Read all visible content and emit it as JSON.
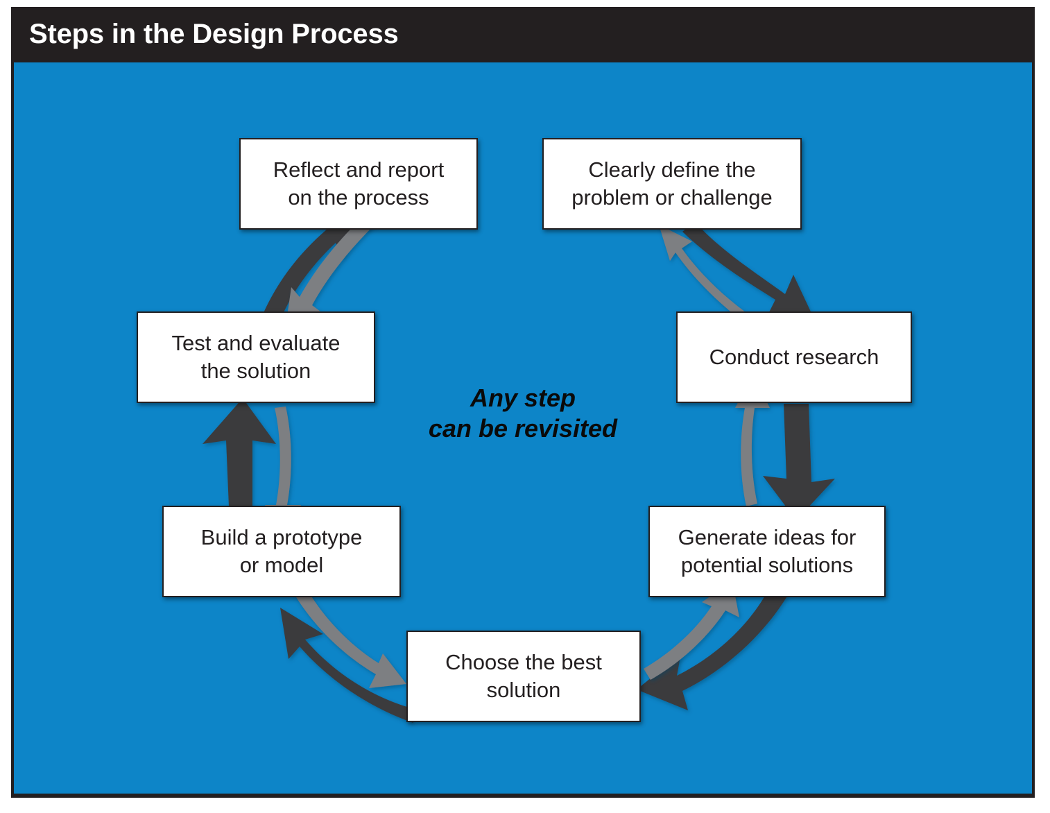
{
  "header": {
    "title": "Steps in the Design Process"
  },
  "colors": {
    "frame": "#231f20",
    "canvas_blue": "#0d85c8",
    "box_fill": "#ffffff",
    "box_border": "#231f20",
    "arrow_forward": "#3b3b3d",
    "arrow_return": "#7d7f82",
    "title_text": "#ffffff",
    "body_text": "#231f20"
  },
  "diagram": {
    "type": "cycle",
    "center_note": "Any step\ncan be revisited",
    "steps": [
      {
        "id": "define",
        "order": 1,
        "label": "Clearly define the\nproblem or challenge"
      },
      {
        "id": "research",
        "order": 2,
        "label": "Conduct research"
      },
      {
        "id": "generate",
        "order": 3,
        "label": "Generate ideas for\npotential solutions"
      },
      {
        "id": "choose",
        "order": 4,
        "label": "Choose the best\nsolution"
      },
      {
        "id": "prototype",
        "order": 5,
        "label": "Build a prototype\nor model"
      },
      {
        "id": "test",
        "order": 6,
        "label": "Test and evaluate\nthe solution"
      },
      {
        "id": "reflect",
        "order": 7,
        "label": "Reflect and report\non the process"
      }
    ],
    "connections": [
      {
        "from": "define",
        "to": "research",
        "forward": "dark",
        "return": "gray"
      },
      {
        "from": "research",
        "to": "generate",
        "forward": "dark",
        "return": "gray"
      },
      {
        "from": "generate",
        "to": "choose",
        "forward": "dark",
        "return": "gray"
      },
      {
        "from": "choose",
        "to": "prototype",
        "forward": "dark",
        "return": "gray"
      },
      {
        "from": "prototype",
        "to": "test",
        "forward": "dark",
        "return": "gray"
      },
      {
        "from": "test",
        "to": "reflect",
        "forward": "dark",
        "return": "gray"
      }
    ]
  }
}
